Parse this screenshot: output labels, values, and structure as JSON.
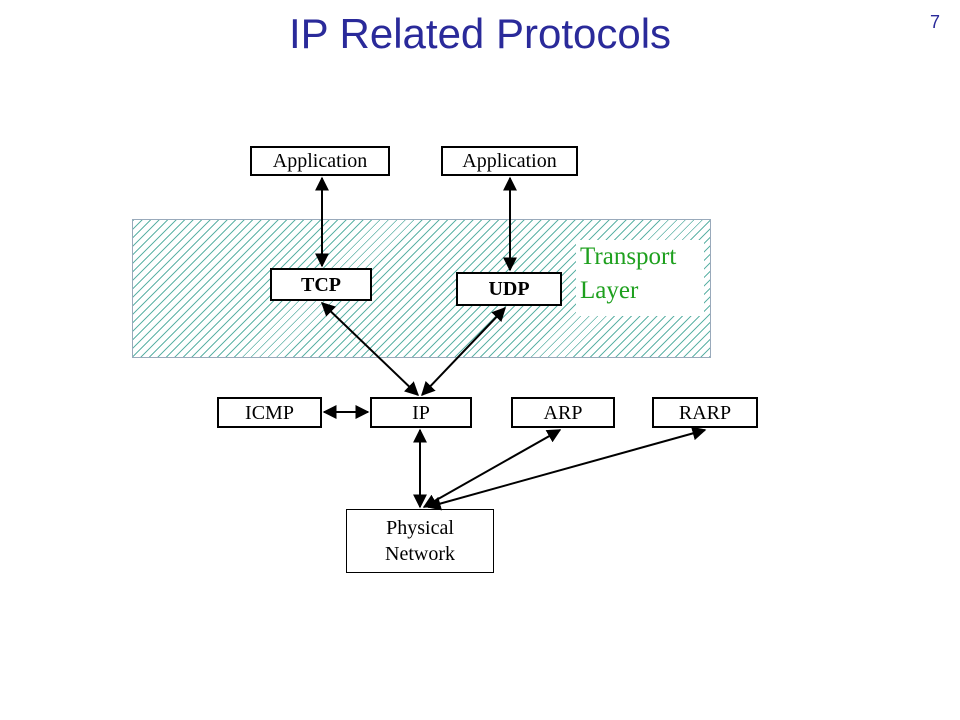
{
  "slide": {
    "title": "IP Related Protocols",
    "page_number": "7"
  },
  "transport_region": {
    "label_line1": "Transport",
    "label_line2": "Layer",
    "label_color": "#1ea01e"
  },
  "nodes": {
    "app_left": "Application",
    "app_right": "Application",
    "tcp": "TCP",
    "udp": "UDP",
    "icmp": "ICMP",
    "ip": "IP",
    "arp": "ARP",
    "rarp": "RARP",
    "physical_line1": "Physical",
    "physical_line2": "Network"
  },
  "colors": {
    "title": "#2a2a9a",
    "hatch": "#5fb3a7"
  }
}
